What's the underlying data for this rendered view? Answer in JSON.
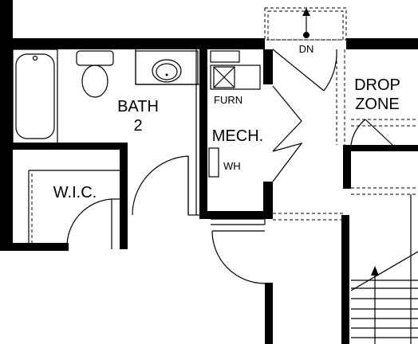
{
  "rooms": {
    "bath_line1": "BATH",
    "bath_line2": "2",
    "wic": "W.I.C.",
    "mech": "MECH.",
    "drop_line1": "DROP",
    "drop_line2": "ZONE"
  },
  "fixtures": {
    "furnace": "FURN",
    "water_heater": "WH",
    "stair_down": "DN"
  },
  "colors": {
    "wall": "#000000",
    "background": "#ffffff"
  }
}
